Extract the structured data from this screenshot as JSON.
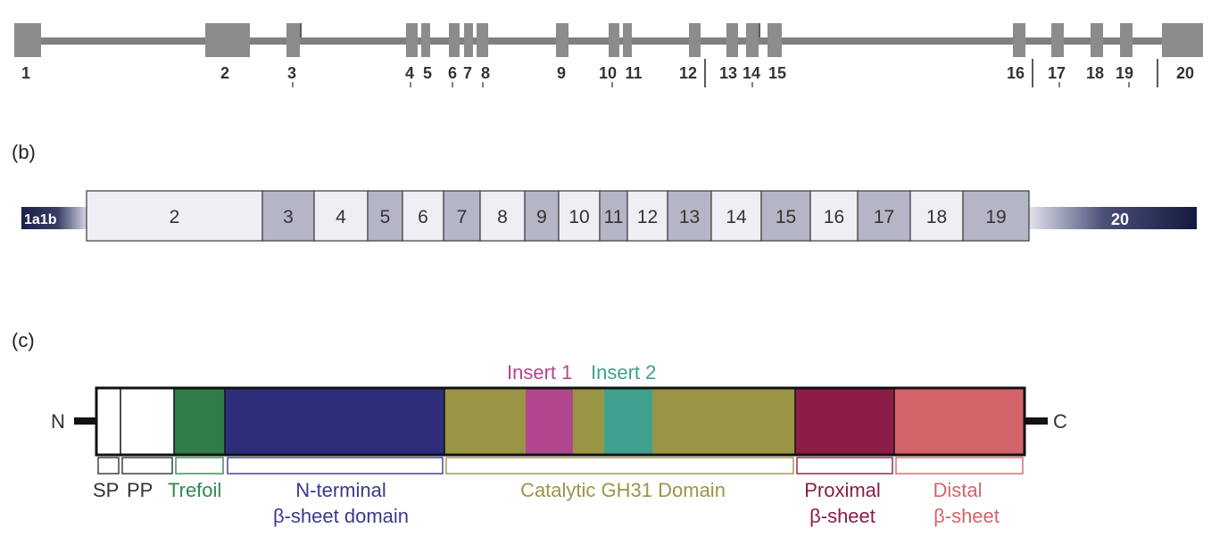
{
  "panels": {
    "b": {
      "label": "(b)"
    },
    "c": {
      "label": "(c)"
    }
  },
  "gene": {
    "exon_labels": [
      "1",
      "2",
      "3",
      "4",
      "5",
      "6",
      "7",
      "8",
      "9",
      "10",
      "11",
      "12",
      "13",
      "14",
      "15",
      "16",
      "17",
      "18",
      "19",
      "20"
    ]
  },
  "transcript": {
    "first_label": "1a1b",
    "exon_labels": [
      "2",
      "3",
      "4",
      "5",
      "6",
      "7",
      "8",
      "9",
      "10",
      "11",
      "12",
      "13",
      "14",
      "15",
      "16",
      "17",
      "18",
      "19"
    ],
    "last_label": "20"
  },
  "protein": {
    "n_label": "N",
    "c_label": "C",
    "insert1_label": "Insert 1",
    "insert2_label": "Insert 2",
    "domains": [
      {
        "key": "sp",
        "label": "SP",
        "color": "#ffffff",
        "text_color": "#333333"
      },
      {
        "key": "pp",
        "label": "PP",
        "color": "#ffffff",
        "text_color": "#333333"
      },
      {
        "key": "trefoil",
        "label": "Trefoil",
        "color": "#2e7d4a",
        "text_color": "#2e8a4e"
      },
      {
        "key": "nterm",
        "label": "N-terminal",
        "label2": "β-sheet domain",
        "color": "#2e2d7c",
        "text_color": "#3a3a8c"
      },
      {
        "key": "catalytic",
        "label": "Catalytic GH31 Domain",
        "color": "#9a9545",
        "text_color": "#9a9545"
      },
      {
        "key": "insert1",
        "label": "",
        "color": "#b2478f",
        "text_color": "#b2478f"
      },
      {
        "key": "insert2",
        "label": "",
        "color": "#3ea18e",
        "text_color": "#3ea18e"
      },
      {
        "key": "proximal",
        "label": "Proximal",
        "label2": "β-sheet",
        "color": "#8b1d47",
        "text_color": "#8b1d47"
      },
      {
        "key": "distal",
        "label": "Distal",
        "label2": "β-sheet",
        "color": "#d4646a",
        "text_color": "#d4646a"
      }
    ]
  }
}
